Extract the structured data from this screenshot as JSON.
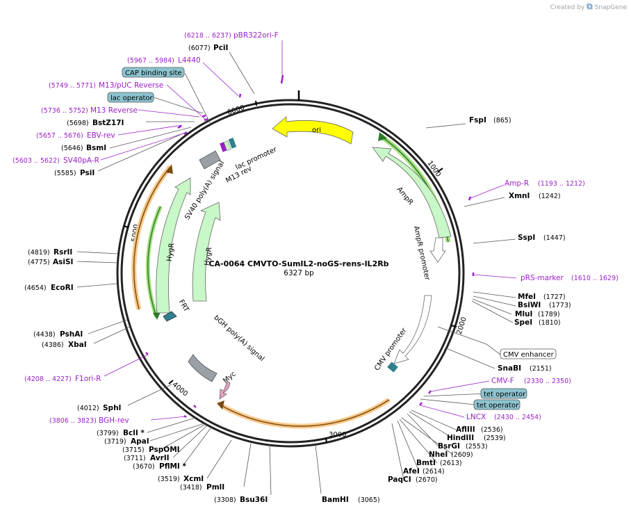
{
  "brand": {
    "created_by": "Created by",
    "name": "SnapGene"
  },
  "plasmid": {
    "name": "CA-0064 CMVTO-SumIL2-noGS-rens-IL2Rb",
    "length": "6327 bp"
  },
  "colors": {
    "backbone": "#222222",
    "purple": "#9a1fc8",
    "feature_green": "#c8f7c8",
    "ori_yellow": "#ffff00",
    "orange_glow": "#f8c888",
    "green_glow": "#a8e080",
    "teal": "#2f7f8f",
    "grey": "#9aa0a6",
    "pink": "#e8a0c0",
    "boxed_bg": "#8cc4d0"
  },
  "ticks": [
    "1000",
    "2000",
    "3000",
    "4000",
    "5000",
    "6000"
  ],
  "features": [
    {
      "label": "ori"
    },
    {
      "label": "AmpR"
    },
    {
      "label": "AmpR promoter"
    },
    {
      "label": "CMV promoter"
    },
    {
      "label": "HygR"
    },
    {
      "label": "HygR"
    },
    {
      "label": "SV40 poly(A) signal"
    },
    {
      "label": "M13 rev"
    },
    {
      "label": "lac promoter"
    },
    {
      "label": "FRT"
    },
    {
      "label": "bGH poly(A) signal"
    },
    {
      "label": "Myc"
    }
  ],
  "right_labels": [
    {
      "name": "FspI",
      "pos": "(865)"
    },
    {
      "name": "Amp-R",
      "pos": "(1193 .. 1212)"
    },
    {
      "name": "XmnI",
      "pos": "(1242)"
    },
    {
      "name": "SspI",
      "pos": "(1447)"
    },
    {
      "name": "pRS-marker",
      "pos": "(1610 .. 1629)"
    },
    {
      "name": "MfeI",
      "pos": "(1727)"
    },
    {
      "name": "BsiWI",
      "pos": "(1773)"
    },
    {
      "name": "MluI",
      "pos": "(1789)"
    },
    {
      "name": "SpeI",
      "pos": "(1810)"
    },
    {
      "name": "CMV enhancer",
      "pos": ""
    },
    {
      "name": "SnaBI",
      "pos": "(2151)"
    },
    {
      "name": "CMV-F",
      "pos": "(2330 .. 2350)"
    },
    {
      "name": "tet operator",
      "pos": ""
    },
    {
      "name": "tet operator",
      "pos": ""
    },
    {
      "name": "LNCX",
      "pos": "(2430 .. 2454)"
    }
  ],
  "bottom_right_labels": [
    {
      "name": "AflIII",
      "pos": "(2536)"
    },
    {
      "name": "HindIII",
      "pos": "(2539)"
    },
    {
      "name": "BsrGI",
      "pos": "(2553)"
    },
    {
      "name": "NheI",
      "pos": "(2609)"
    },
    {
      "name": "BmtI",
      "pos": "(2613)"
    },
    {
      "name": "AfeI",
      "pos": "(2614)"
    },
    {
      "name": "PaqCI",
      "pos": "(2670)"
    },
    {
      "name": "BamHI",
      "pos": "(3065)"
    }
  ],
  "bottom_left_labels": [
    {
      "name": "Bsu36I",
      "pos": "(3308)"
    },
    {
      "name": "PmlI",
      "pos": "(3418)"
    },
    {
      "name": "XcmI",
      "pos": "(3519)"
    },
    {
      "name": "PflMI *",
      "pos": "(3670)"
    },
    {
      "name": "AvrII",
      "pos": "(3711)"
    },
    {
      "name": "PspOMI",
      "pos": "(3715)"
    },
    {
      "name": "ApaI",
      "pos": "(3719)"
    },
    {
      "name": "BclI *",
      "pos": "(3799)"
    },
    {
      "name": "BGH-rev",
      "pos": "(3806 .. 3823)"
    },
    {
      "name": "SphI",
      "pos": "(4012)"
    },
    {
      "name": "F1ori-R",
      "pos": "(4208 .. 4227)"
    }
  ],
  "left_labels": [
    {
      "name": "XbaI",
      "pos": "(4386)"
    },
    {
      "name": "PshAI",
      "pos": "(4438)"
    },
    {
      "name": "EcoRI",
      "pos": "(4654)"
    },
    {
      "name": "AsiSI",
      "pos": "(4775)"
    },
    {
      "name": "RsrII",
      "pos": "(4819)"
    },
    {
      "name": "PsiI",
      "pos": "(5585)"
    },
    {
      "name": "SV40pA-R",
      "pos": "(5603 .. 5622)"
    },
    {
      "name": "BsmI",
      "pos": "(5646)"
    },
    {
      "name": "EBV-rev",
      "pos": "(5657 .. 5676)"
    },
    {
      "name": "BstZ17I",
      "pos": "(5698)"
    },
    {
      "name": "M13 Reverse",
      "pos": "(5736 .. 5752)"
    },
    {
      "name": "lac operator",
      "pos": ""
    },
    {
      "name": "M13/pUC Reverse",
      "pos": "(5749 .. 5771)"
    },
    {
      "name": "CAP binding site",
      "pos": ""
    },
    {
      "name": "L4440",
      "pos": "(5967 .. 5984)"
    },
    {
      "name": "PciI",
      "pos": "(6077)"
    },
    {
      "name": "pBR322ori-F",
      "pos": "(6218 .. 6237)"
    }
  ]
}
